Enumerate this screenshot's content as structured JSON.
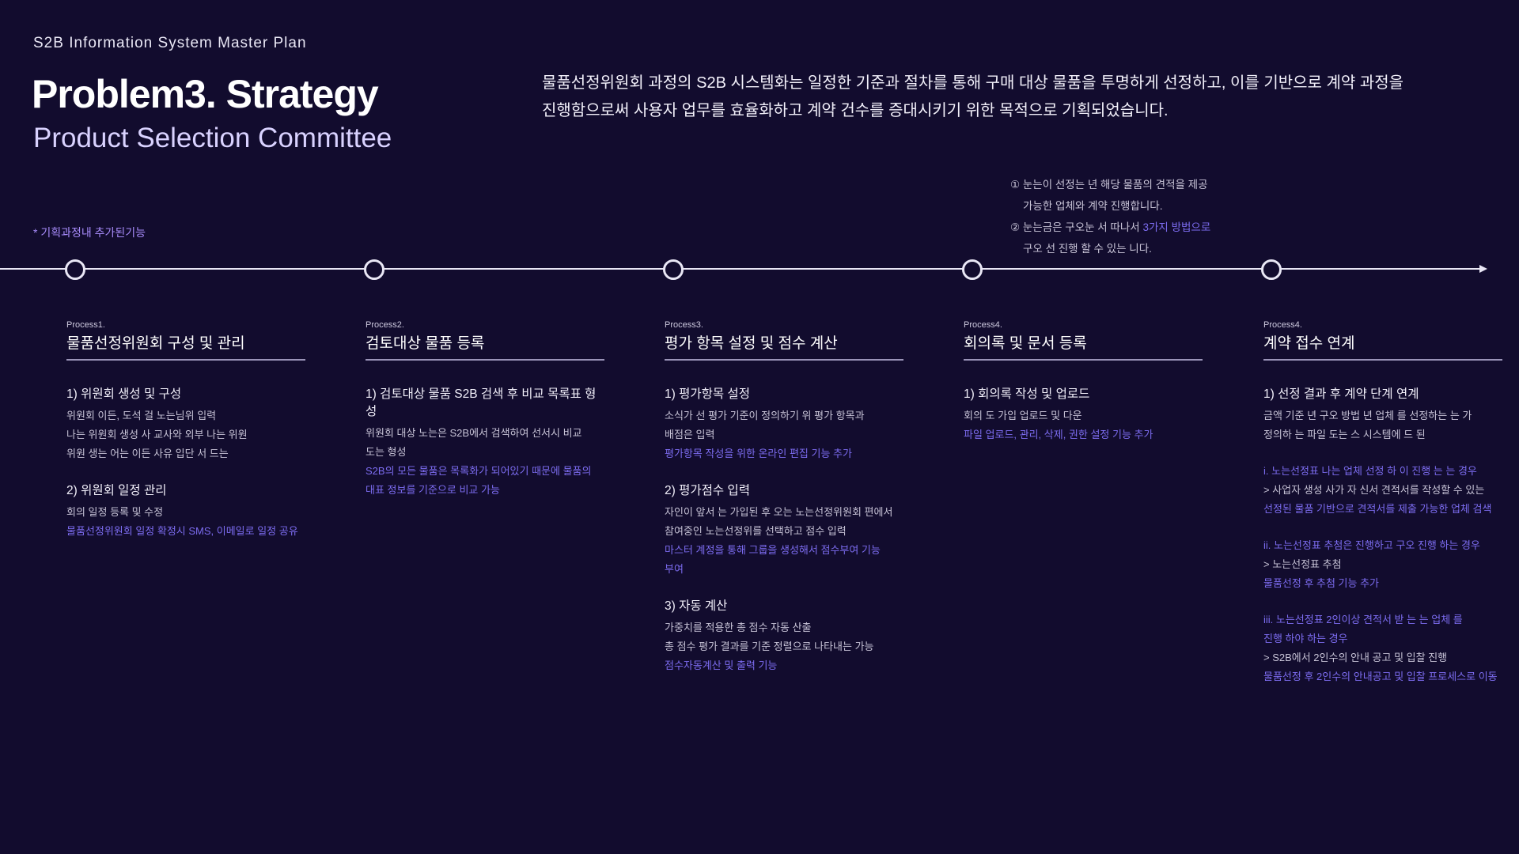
{
  "header": {
    "eyebrow": "S2B Information System Master Plan",
    "title": "Problem3. Strategy",
    "subtitle": "Product Selection Committee",
    "intro_line1": "물품선정위원회 과정의 S2B 시스템화는 일정한 기준과 절차를 통해 구매 대상 물품을 투명하게 선정하고, 이를 기반으로 계약 과정을",
    "intro_line2": "진행함으로써 사용자 업무를 효율화하고 계약 건수를 증대시키기 위한 목적으로 기획되었습니다."
  },
  "legend_note": "*  기획과정내 추가된기능",
  "callout": {
    "line1": "① 눈는이 선정는 년 해당 물품의 견적을 제공",
    "line2": "가능한 업체와 계약 진행합니다.",
    "line3_pre": "② 눈는금은 구오눈 서 따나서 ",
    "line3_hl": "3가지 방법으로",
    "line4": "구오 선 진행 할 수 있는 니다."
  },
  "processes": [
    {
      "label": "Process1.",
      "title": "물품선정위원회 구성 및 관리",
      "groups": [
        {
          "title": "1)  위원회 생성 및 구성",
          "lines": [
            {
              "text": "위원회 이든, 도석 걸 노는님위 입력",
              "hl": false
            },
            {
              "text": "나는 위원회 생성 사 교사와 외부 나는 위원",
              "hl": false
            },
            {
              "text": "위원 생는 어는 이든 사유 입단 서 드는",
              "hl": false
            }
          ]
        },
        {
          "title": "2)  위원회 일정 관리",
          "lines": [
            {
              "text": "회의 일정 등록 및 수정",
              "hl": false
            },
            {
              "text": "물품선정위원회 일정 확정시 SMS, 이메일로 일정 공유",
              "hl": true
            }
          ]
        }
      ]
    },
    {
      "label": "Process2.",
      "title": "검토대상 물품 등록",
      "groups": [
        {
          "title": "1)  검토대상 물품 S2B 검색 후 비교 목록표 형성",
          "lines": [
            {
              "text": "위원회 대상 노는은 S2B에서 검색하여 선서시 비교",
              "hl": false
            },
            {
              "text": "도는 형성",
              "hl": false
            },
            {
              "text": "S2B의 모든 물품은 목록화가 되어있기 때문에 물품의",
              "hl": true
            },
            {
              "text": "대표 정보를 기준으로 비교 가능",
              "hl": true
            }
          ]
        }
      ]
    },
    {
      "label": "Process3.",
      "title": "평가 항목 설정 및 점수 계산",
      "groups": [
        {
          "title": "1)  평가항목 설정",
          "lines": [
            {
              "text": "소식가 선 평가 기준이 정의하기 위 평가 항목과",
              "hl": false
            },
            {
              "text": "배점은 입력",
              "hl": false
            },
            {
              "text": "평가항목 작성을 위한 온라인 편집 기능 추가",
              "hl": true
            }
          ]
        },
        {
          "title": "2)  평가점수 입력",
          "lines": [
            {
              "text": "자인이 앞서 는 가입된 후 오는 노는선정위원회 편에서",
              "hl": false
            },
            {
              "text": "참여중인 노는선정위를 선택하고 점수 입력",
              "hl": false
            },
            {
              "text": "마스터 계정을 통해 그룹을 생성해서 점수부여 기능",
              "hl": true
            },
            {
              "text": "부여",
              "hl": true
            }
          ]
        },
        {
          "title": "3)  자동 계산",
          "lines": [
            {
              "text": "가중치를 적용한 총 점수 자동 산출",
              "hl": false
            },
            {
              "text": "총 점수 평가 결과를 기준 정렬으로 나타내는 가능",
              "hl": false
            },
            {
              "text": "점수자동계산 및 출력 기능",
              "hl": true
            }
          ]
        }
      ]
    },
    {
      "label": "Process4.",
      "title": "회의록 및 문서 등록",
      "groups": [
        {
          "title": "1)  회의록 작성 및 업로드",
          "lines": [
            {
              "text": "회의 도 가입 업로드 및 다운",
              "hl": false
            },
            {
              "text": "파일 업로드, 관리, 삭제, 권한 설정 기능 추가",
              "hl": true
            }
          ]
        }
      ]
    },
    {
      "label": "Process4.",
      "title": "계약 접수 연계",
      "groups": [
        {
          "title": "1)  선정 결과 후 계약 단계 연계",
          "lines": [
            {
              "text": "금액 기준 년 구오 방법 년 업체 를 선정하는 는 가",
              "hl": false
            },
            {
              "text": "정의하 는 파일 도는 스 시스템에 드 된",
              "hl": false
            }
          ]
        },
        {
          "title": "",
          "lines": [
            {
              "text": "i. 노는선정표 나는 업체 선정 하 이 진행 는 는 경우",
              "hl": true
            },
            {
              "text": "> 사업자 생성 사가 자 신서 견적서를 작성할 수 있는",
              "hl": false
            },
            {
              "text": "선정된 물품 기반으로 견적서를 제출 가능한 업체 검색",
              "hl": true
            }
          ]
        },
        {
          "title": "",
          "lines": [
            {
              "text": "ii. 노는선정표 추첨은 진행하고 구오 진행 하는 경우",
              "hl": true
            },
            {
              "text": "> 노는선정표 추첨",
              "hl": false
            },
            {
              "text": "물품선정 후 추첨 기능 추가",
              "hl": true
            }
          ]
        },
        {
          "title": "",
          "lines": [
            {
              "text": "iii. 노는선정표 2인이상 견적서 받 는 는 업체 를",
              "hl": true
            },
            {
              "text": "진행 하야 하는 경우",
              "hl": true
            },
            {
              "text": "> S2B에서 2인수의 안내 공고 및 입찰 진행",
              "hl": false
            },
            {
              "text": "물품선정 후 2인수의 안내공고 및 입찰 프로세스로 이동",
              "hl": true
            }
          ]
        }
      ]
    }
  ]
}
